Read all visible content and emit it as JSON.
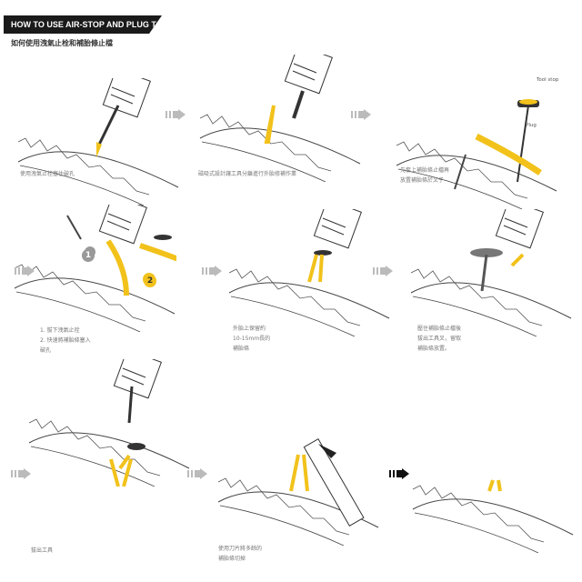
{
  "header": {
    "title": "HOW TO USE AIR-STOP AND PLUG TOOL",
    "subtitle": "如何使用洩氣止栓和補胎條止檔"
  },
  "labels": {
    "tool_stop": "Tool stop",
    "plug": "Plug",
    "step1_num": "1",
    "step2_num": "2"
  },
  "colors": {
    "accent": "#f2c21b",
    "arrow": "#bbbbbb",
    "final_arrow": "#111111"
  },
  "steps": [
    {
      "caption": "使用洩氣止栓塞住破孔"
    },
    {
      "caption": "磁吸式設計讓工具分離進行外胎修補作業"
    },
    {
      "caption": "先套上補胎條止檔再\n放置補胎條於叉子"
    },
    {
      "caption": "1. 拔下洩氣止栓\n2. 快速將補胎條塞入\n    破孔"
    },
    {
      "caption": "外胎上保留約\n10-15mm長的\n補胎條"
    },
    {
      "caption": "壓住補胎條止檔後\n拔出工具叉，留取\n補胎條放置。"
    },
    {
      "caption": "拔出工具"
    },
    {
      "caption": "使用刀片將多餘的\n補胎條切掉"
    },
    {
      "caption": ""
    }
  ]
}
